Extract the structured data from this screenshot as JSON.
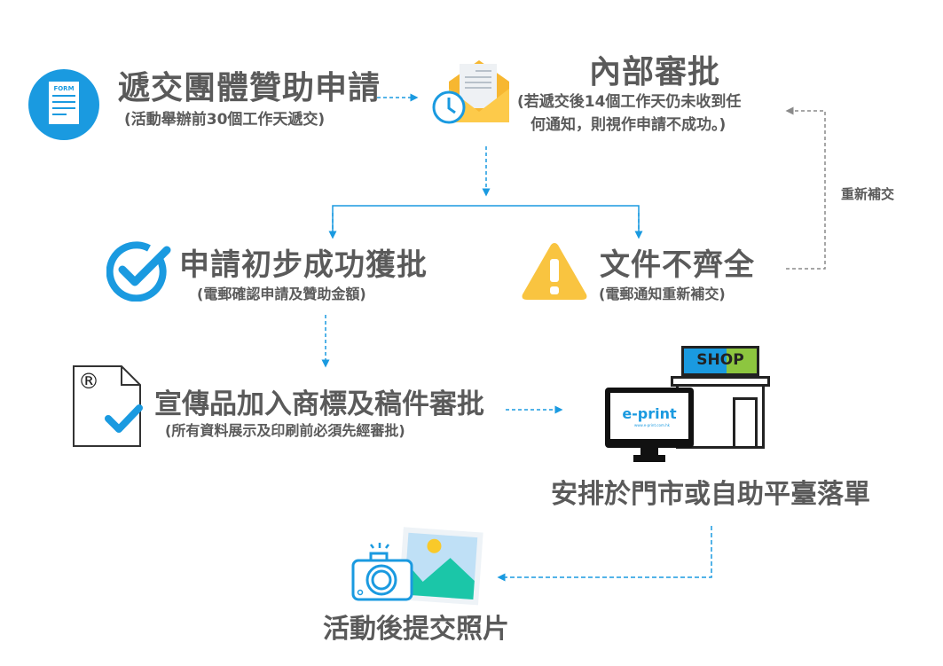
{
  "steps": {
    "submit": {
      "title": "遞交團體贊助申請",
      "note": "(活動舉辦前30個工作天遞交)",
      "icon_label": "FORM"
    },
    "review": {
      "title": "內部審批",
      "note_line1": "(若遞交後14個工作天仍未收到任",
      "note_line2": "何通知，則視作申請不成功。)"
    },
    "approved": {
      "title": "申請初步成功獲批",
      "note": "(電郵確認申請及贊助金額)"
    },
    "incomplete": {
      "title": "文件不齊全",
      "note": "(電郵通知重新補交)"
    },
    "artwork": {
      "title": "宣傳品加入商標及稿件審批",
      "note": "(所有資料展示及印刷前必須先經審批)",
      "icon_label": "®"
    },
    "order": {
      "title": "安排於門市或自助平臺落單",
      "shop_sign": "SHOP",
      "screen_brand": "e-print",
      "screen_url": "www.e-print.com.hk"
    },
    "photos": {
      "title": "活動後提交照片"
    }
  },
  "loop_label": "重新補交",
  "colors": {
    "text": "#5a5a5a",
    "accent_blue": "#1a9ae0",
    "warning_yellow": "#f9c440",
    "shop_green": "#8dc63f",
    "loop_gray": "#8a8a8a"
  }
}
